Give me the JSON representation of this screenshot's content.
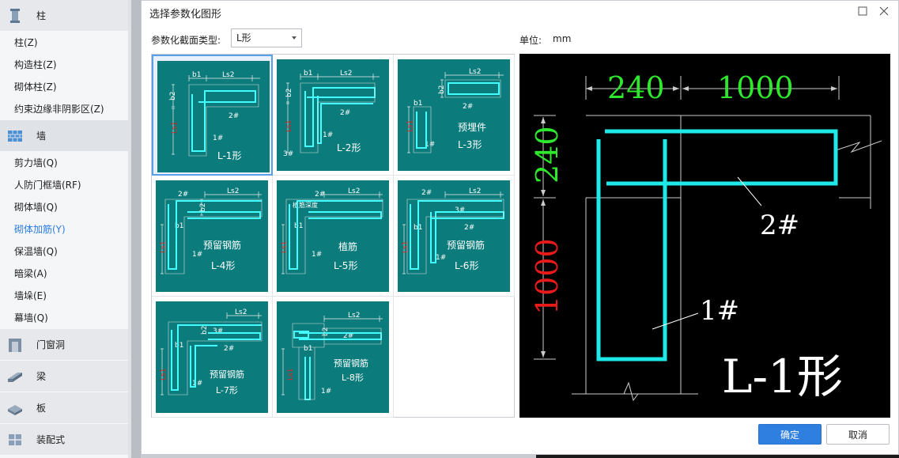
{
  "sidebar": {
    "column_category": {
      "label": "柱",
      "icon": "column-icon"
    },
    "column_items": [
      {
        "label": "柱(Z)"
      },
      {
        "label": "构造柱(Z)"
      },
      {
        "label": "砌体柱(Z)"
      },
      {
        "label": "约束边缘非阴影区(Z)"
      }
    ],
    "wall_category": {
      "label": "墙",
      "icon": "wall-icon"
    },
    "wall_items": [
      {
        "label": "剪力墙(Q)"
      },
      {
        "label": "人防门框墙(RF)"
      },
      {
        "label": "砌体墙(Q)"
      },
      {
        "label": "砌体加筋(Y)",
        "selected": true
      },
      {
        "label": "保温墙(Q)"
      },
      {
        "label": "暗梁(A)"
      },
      {
        "label": "墙垛(E)"
      },
      {
        "label": "幕墙(Q)"
      }
    ],
    "door_category": {
      "label": "门窗洞",
      "icon": "door-window-icon"
    },
    "beam_category": {
      "label": "梁",
      "icon": "beam-icon"
    },
    "slab_category": {
      "label": "板",
      "icon": "slab-icon"
    },
    "prefab_category": {
      "label": "装配式",
      "icon": "prefab-icon"
    }
  },
  "dialog": {
    "title": "选择参数化图形",
    "type_label": "参数化截面类型:",
    "type_value": "L形",
    "unit_label": "单位:",
    "unit_value": "mm",
    "ok_label": "确定",
    "cancel_label": "取消"
  },
  "shapes": [
    {
      "name": "L-1形",
      "note": "",
      "selected": true
    },
    {
      "name": "L-2形",
      "note": ""
    },
    {
      "name": "L-3形",
      "note": "预埋件"
    },
    {
      "name": "L-4形",
      "note": "预留钢筋"
    },
    {
      "name": "L-5形",
      "note": "植筋"
    },
    {
      "name": "L-6形",
      "note": "预留钢筋"
    },
    {
      "name": "L-7形",
      "note": "预留钢筋"
    },
    {
      "name": "L-8形",
      "note": "预留钢筋"
    }
  ],
  "thumb_labels": {
    "b1": "b1",
    "b2": "b2",
    "ls2": "Ls2",
    "ls1": "Ls1",
    "bar1": "1#",
    "bar2": "2#",
    "bar3": "3#",
    "anchor": "植筋深度"
  },
  "preview": {
    "dim_top_left": "240",
    "dim_top_right": "1000",
    "dim_left_top": "240",
    "dim_left_bottom": "1000",
    "bar1_label": "1#",
    "bar2_label": "2#",
    "shape_label": "L-1形"
  },
  "colors": {
    "accent": "#2f7fe0",
    "thumb_bg": "#0b7b7b",
    "rebar": "#1ee8e8",
    "dim_green": "#2ee82e",
    "dim_red": "#e81a1a"
  }
}
